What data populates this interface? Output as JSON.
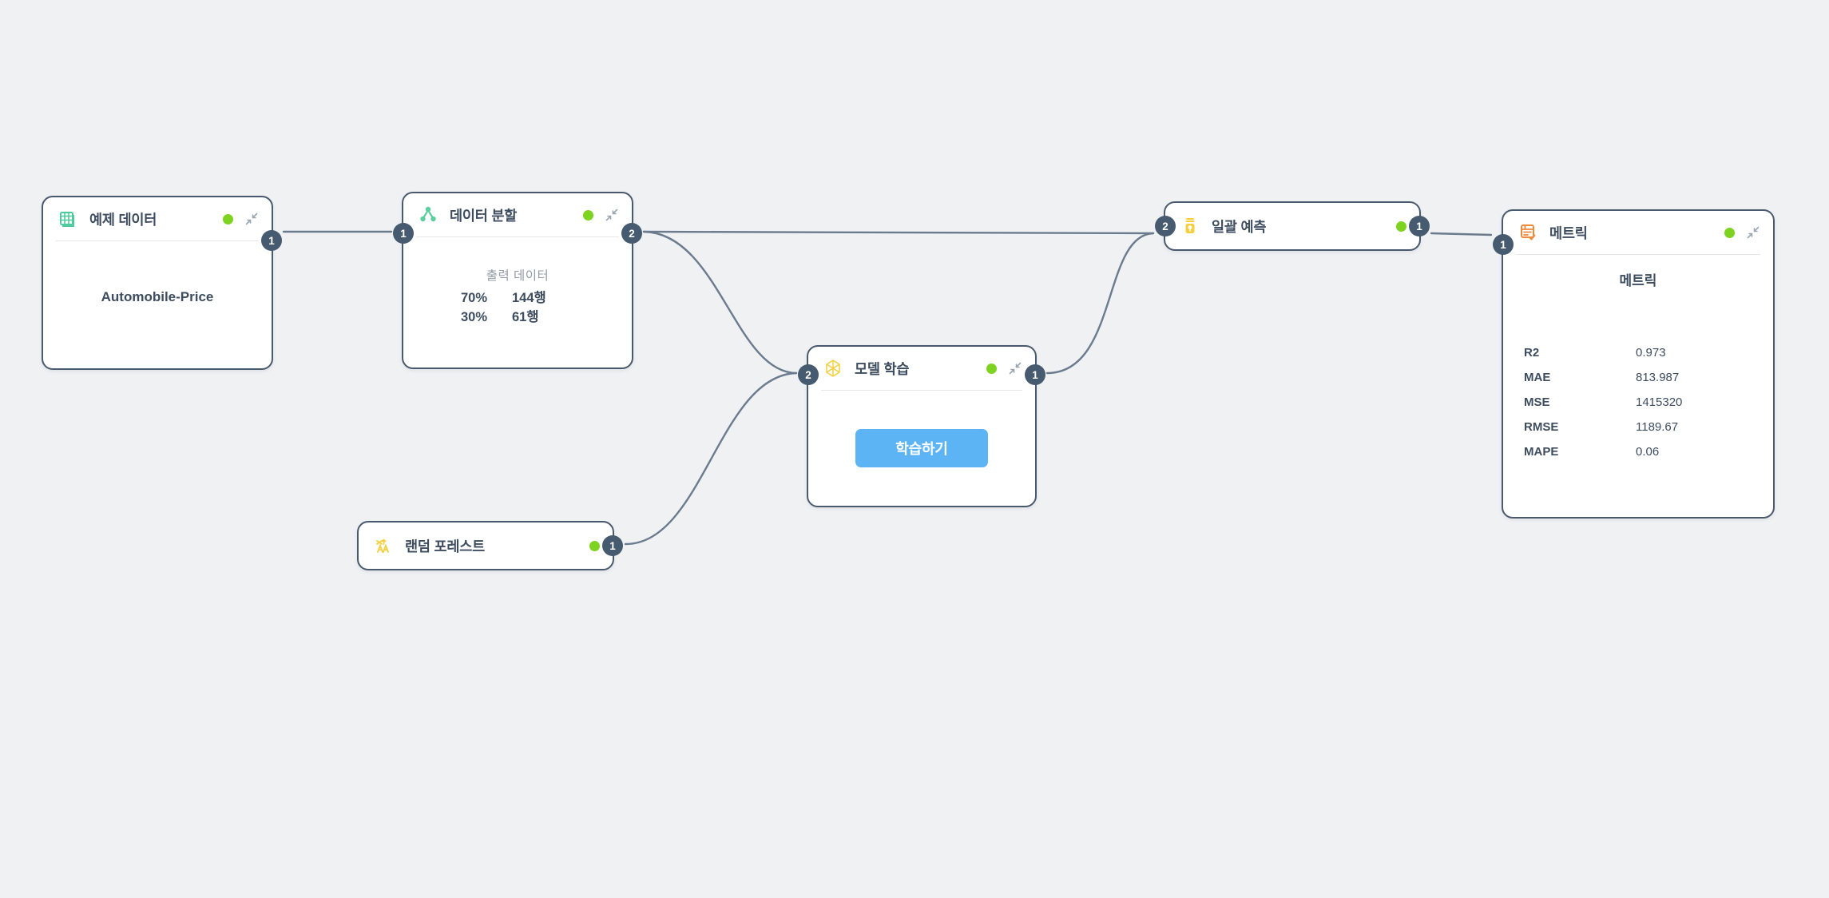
{
  "canvas": {
    "background_color": "#f0f1f3",
    "edge_color": "#6b7b8e",
    "port_badge_color": "#465a70",
    "node_border_color": "#4a5a6e",
    "status_dot_color": "#7ed321",
    "accent_button_color": "#5cb4f5"
  },
  "nodes": {
    "example_data": {
      "title": "예제 데이터",
      "icon": "table-grid-icon",
      "icon_color": "#4ecb9e",
      "status": "ready",
      "dataset_name": "Automobile-Price",
      "ports": {
        "output": "1"
      }
    },
    "data_split": {
      "title": "데이터 분할",
      "icon": "split-tree-icon",
      "icon_color": "#5ccf9e",
      "status": "ready",
      "caption": "출력 데이터",
      "rows": [
        {
          "percent": "70%",
          "count": "144행"
        },
        {
          "percent": "30%",
          "count": "61행"
        }
      ],
      "ports": {
        "input": "1",
        "output": "2"
      }
    },
    "model_training": {
      "title": "모델 학습",
      "icon": "polyhedron-model-icon",
      "icon_color": "#f5cf3d",
      "status": "ready",
      "train_button_label": "학습하기",
      "ports": {
        "input": "2",
        "output": "1"
      }
    },
    "random_forest": {
      "title": "랜덤 포레스트",
      "icon": "random-forest-icon",
      "icon_color": "#f5cf3d",
      "status": "ready",
      "ports": {
        "output": "1"
      }
    },
    "batch_predict": {
      "title": "일괄 예측",
      "icon": "jar-predict-icon",
      "icon_color": "#f5cf3d",
      "status": "ready",
      "ports": {
        "input": "2",
        "output": "1"
      }
    },
    "metrics": {
      "title": "메트릭",
      "icon": "checklist-metrics-icon",
      "icon_color": "#ef8a3c",
      "status": "ready",
      "heading": "메트릭",
      "ports": {
        "input": "1"
      },
      "rows": [
        {
          "key": "R2",
          "value": "0.973"
        },
        {
          "key": "MAE",
          "value": "813.987"
        },
        {
          "key": "MSE",
          "value": "1415320"
        },
        {
          "key": "RMSE",
          "value": "1189.67"
        },
        {
          "key": "MAPE",
          "value": "0.06"
        }
      ]
    }
  }
}
